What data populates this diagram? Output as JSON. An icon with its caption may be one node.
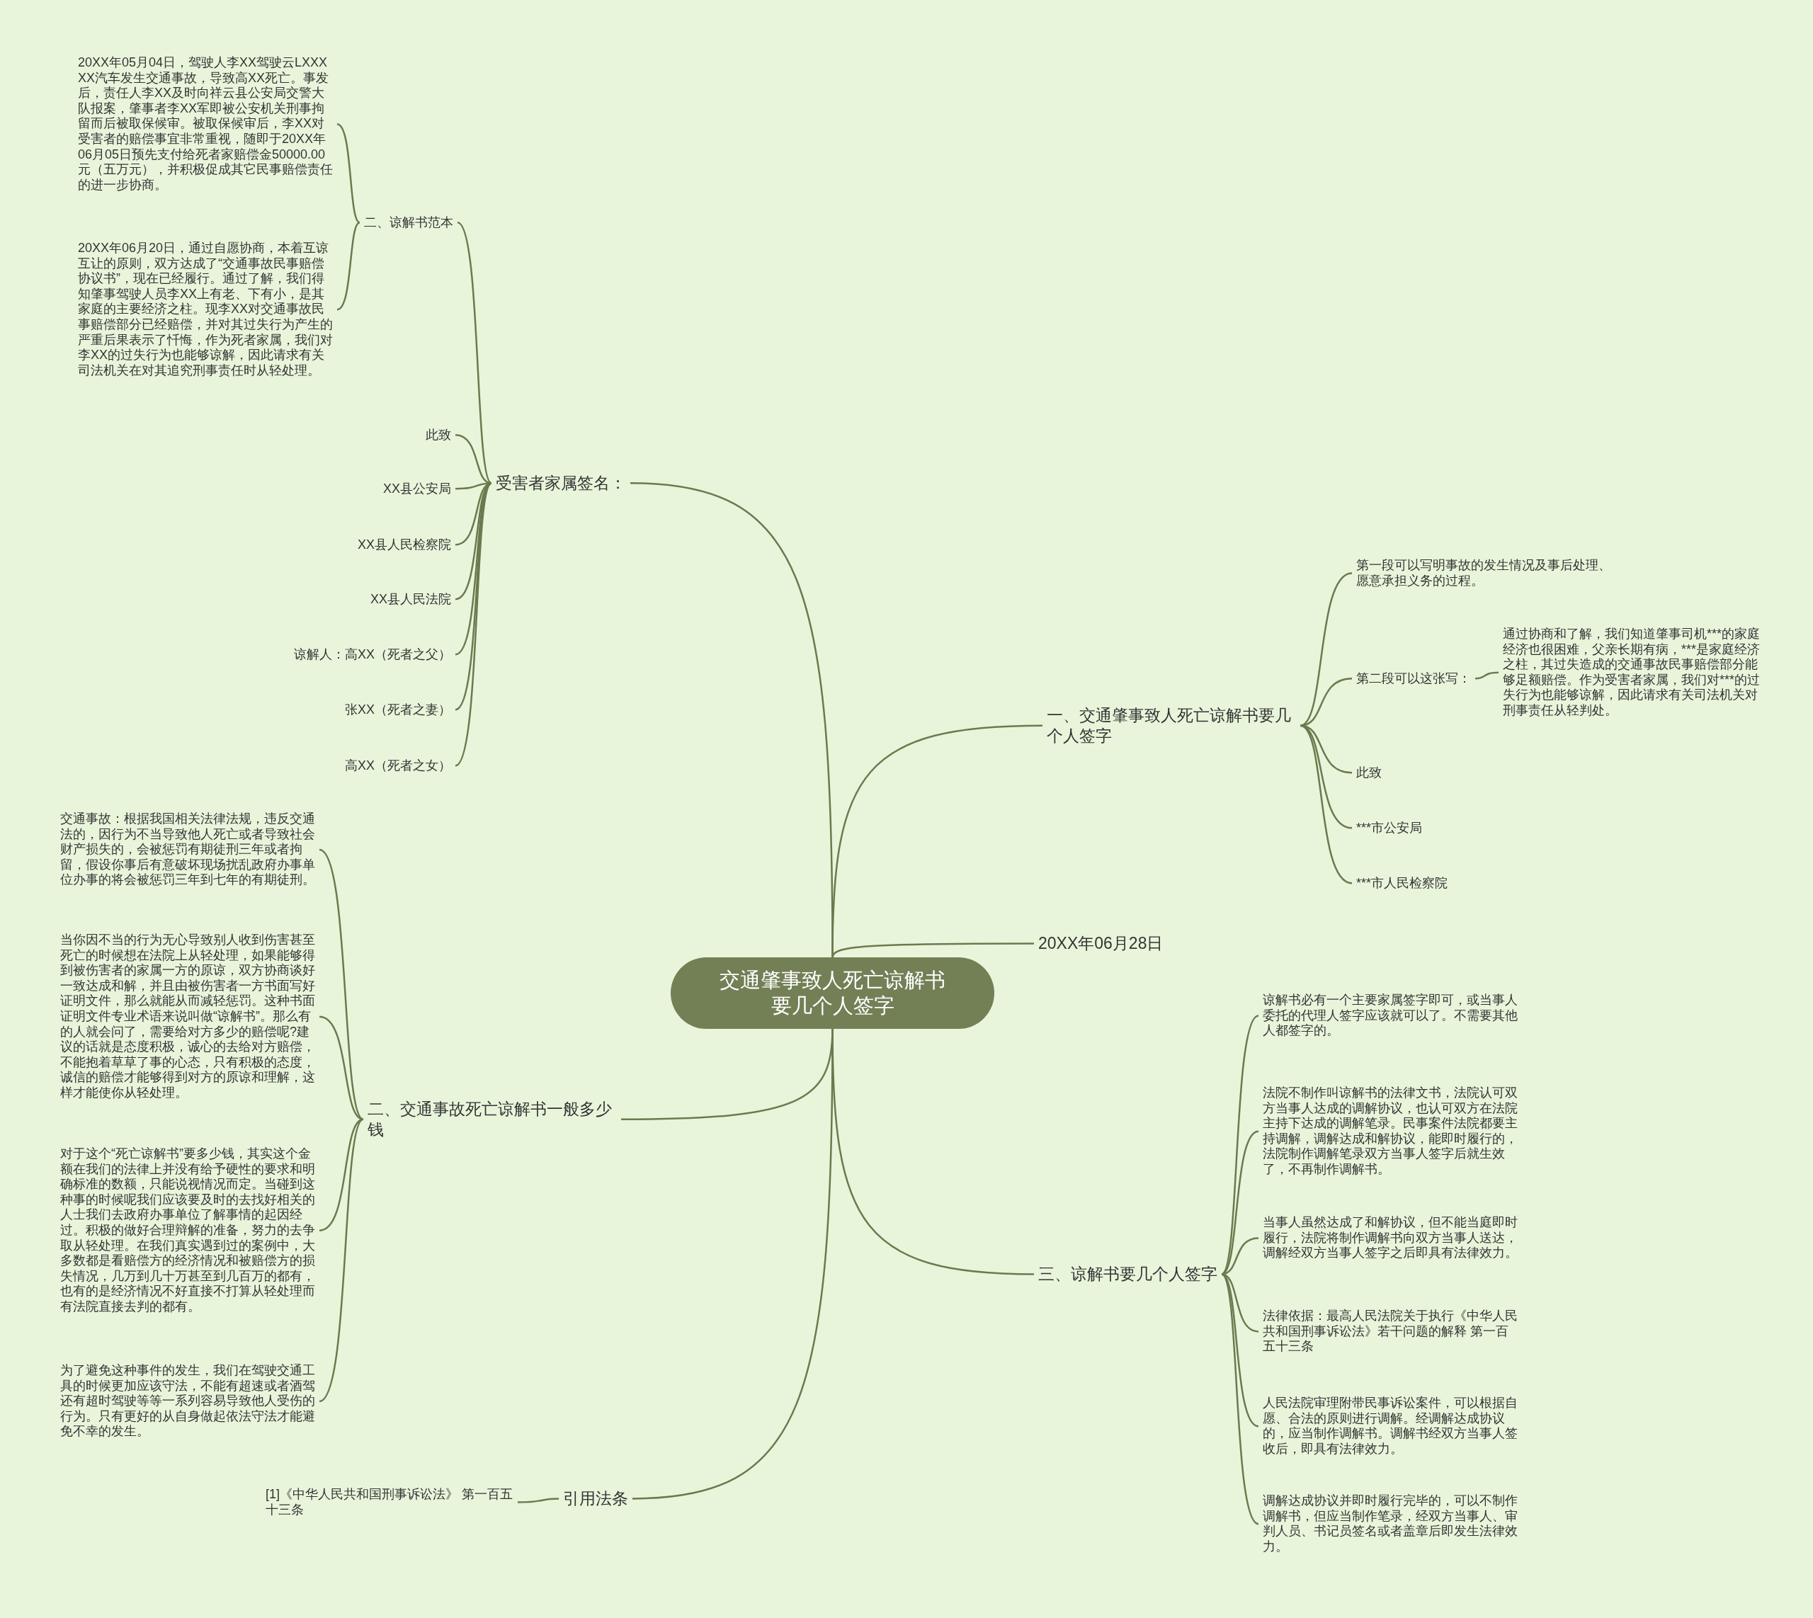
{
  "diagram": {
    "nodes": [
      {
        "text": [
          "交通肇事致人死亡谅解书要几个人签字"
        ]
      },
      {
        "text": [
          "受害者家属签名："
        ]
      },
      {
        "text": [
          "二、谅解书范本"
        ]
      },
      {
        "text": [
          "20XX年05月04日，驾驶人李XX驾驶云LXXXXX汽车发生交通事故，导致高XX死亡。事发后，责任人李XX及时向祥云县公安局交警大队报案，肇事者李XX军即被公安机关刑事拘留而后被取保候审。被取保候审后，李XX对受害者的赔偿事宜非常重视，随即于20XX年06月05日预先支付给死者家赔偿金50000.00元（五万元），并积极促成其它民事赔偿责任的进一步协商。"
        ]
      },
      {
        "text": [
          "20XX年06月20日，通过自愿协商，本着互谅互让的原则，双方达成了“交通事故民事赔偿协议书”，现在已经履行。通过了解，我们得知肇事驾驶人员李XX上有老、下有小，是其家庭的主要经济之柱。现李XX对交通事故民事赔偿部分已经赔偿，并对其过失行为产生的严重后果表示了忏悔，作为死者家属，我们对李XX的过失行为也能够谅解，因此请求有关司法机关在对其追究刑事责任时从轻处理。"
        ]
      },
      {
        "text": [
          "此致"
        ]
      },
      {
        "text": [
          "XX县公安局"
        ]
      },
      {
        "text": [
          "XX县人民检察院"
        ]
      },
      {
        "text": [
          "XX县人民法院"
        ]
      },
      {
        "text": [
          "谅解人：高XX（死者之父）"
        ]
      },
      {
        "text": [
          "张XX（死者之妻）"
        ]
      },
      {
        "text": [
          "高XX（死者之女）"
        ]
      },
      {
        "text": [
          "一、交通肇事致人死亡谅解书要几个人签字"
        ]
      },
      {
        "text": [
          "第一段可以写明事故的发生情况及事后处理、愿意承担义务的过程。"
        ]
      },
      {
        "text": [
          "第二段可以这张写："
        ]
      },
      {
        "text": [
          "通过协商和了解，我们知道肇事司机***的家庭经济也很困难，父亲长期有病，***是家庭经济之柱，其过失造成的交通事故民事赔偿部分能够足额赔偿。作为受害者家属，我们对***的过失行为也能够谅解，因此请求有关司法机关对刑事责任从轻判处。"
        ]
      },
      {
        "text": [
          "此致"
        ]
      },
      {
        "text": [
          "***市公安局"
        ]
      },
      {
        "text": [
          "***市人民检察院"
        ]
      },
      {
        "text": [
          "20XX年06月28日"
        ]
      },
      {
        "text": [
          "三、谅解书要几个人签字"
        ]
      },
      {
        "text": [
          "谅解书必有一个主要家属签字即可，或当事人委托的代理人签字应该就可以了。不需要其他人都签字的。"
        ]
      },
      {
        "text": [
          "法院不制作叫谅解书的法律文书，法院认可双方当事人达成的调解协议，也认可双方在法院主持下达成的调解笔录。民事案件法院都要主持调解，调解达成和解协议，能即时履行的，法院制作调解笔录双方当事人签字后就生效了，不再制作调解书。"
        ]
      },
      {
        "text": [
          "当事人虽然达成了和解协议，但不能当庭即时履行，法院将制作调解书向双方当事人送达，调解经双方当事人签字之后即具有法律效力。"
        ]
      },
      {
        "text": [
          "法律依据：最高人民法院关于执行《中华人民共和国刑事诉讼法》若干问题的解释 第一百五十三条"
        ]
      },
      {
        "text": [
          "人民法院审理附带民事诉讼案件，可以根据自愿、合法的原则进行调解。经调解达成协议的，应当制作调解书。调解书经双方当事人签收后，即具有法律效力。"
        ]
      },
      {
        "text": [
          "调解达成协议并即时履行完毕的，可以不制作调解书，但应当制作笔录，经双方当事人、审判人员、书记员签名或者盖章后即发生法律效力。"
        ]
      },
      {
        "text": [
          "二、交通事故死亡谅解书一般多少钱"
        ]
      },
      {
        "text": [
          "交通事故：根据我国相关法律法规，违反交通法的，因行为不当导致他人死亡或者导致社会财产损失的，会被惩罚有期徒刑三年或者拘留，假设你事后有意破坏现场扰乱政府办事单位办事的将会被惩罚三年到七年的有期徒刑。"
        ]
      },
      {
        "text": [
          "当你因不当的行为无心导致别人收到伤害甚至死亡的时候想在法院上从轻处理，如果能够得到被伤害者的家属一方的原谅，双方协商谈好一致达成和解，并且由被伤害者一方书面写好证明文件，那么就能从而减轻惩罚。这种书面证明文件专业术语来说叫做“谅解书”。那么有的人就会问了，需要给对方多少的赔偿呢?建议的话就是态度积极，诚心的去给对方赔偿，不能抱着草草了事的心态，只有积极的态度，诚信的赔偿才能够得到对方的原谅和理解，这样才能使你从轻处理。"
        ]
      },
      {
        "text": [
          "对于这个“死亡谅解书”要多少钱，其实这个金额在我们的法律上并没有给予硬性的要求和明确标准的数额，只能说视情况而定。当碰到这种事的时候呢我们应该要及时的去找好相关的人士我们去政府办事单位了解事情的起因经过。积极的做好合理辩解的准备，努力的去争取从轻处理。在我们真实遇到过的案例中，大多数都是看赔偿方的经济情况和被赔偿方的损失情况，几万到几十万甚至到几百万的都有，也有的是经济情况不好直接不打算从轻处理而有法院直接去判的都有。"
        ]
      },
      {
        "text": [
          "为了避免这种事件的发生，我们在驾驶交通工具的时候更加应该守法，不能有超速或者酒驾还有超时驾驶等等一系列容易导致他人受伤的行为。只有更好的从自身做起依法守法才能避免不幸的发生。"
        ]
      },
      {
        "text": [
          "引用法条"
        ]
      },
      {
        "text": [
          "[1]《中华人民共和国刑事诉讼法》 第一百五十三条"
        ]
      }
    ],
    "edges": [
      {
        "from": 0,
        "to": 1,
        "arrow": "none"
      },
      {
        "from": 1,
        "to": 2,
        "arrow": "none"
      },
      {
        "from": 2,
        "to": 3,
        "arrow": "none"
      },
      {
        "from": 2,
        "to": 4,
        "arrow": "none"
      },
      {
        "from": 1,
        "to": 5,
        "arrow": "none"
      },
      {
        "from": 1,
        "to": 6,
        "arrow": "none"
      },
      {
        "from": 1,
        "to": 7,
        "arrow": "none"
      },
      {
        "from": 1,
        "to": 8,
        "arrow": "none"
      },
      {
        "from": 1,
        "to": 9,
        "arrow": "none"
      },
      {
        "from": 1,
        "to": 10,
        "arrow": "none"
      },
      {
        "from": 1,
        "to": 11,
        "arrow": "none"
      },
      {
        "from": 0,
        "to": 12,
        "arrow": "none"
      },
      {
        "from": 12,
        "to": 13,
        "arrow": "none"
      },
      {
        "from": 12,
        "to": 14,
        "arrow": "none"
      },
      {
        "from": 14,
        "to": 15,
        "arrow": "none"
      },
      {
        "from": 12,
        "to": 16,
        "arrow": "none"
      },
      {
        "from": 12,
        "to": 17,
        "arrow": "none"
      },
      {
        "from": 12,
        "to": 18,
        "arrow": "none"
      },
      {
        "from": 0,
        "to": 19,
        "arrow": "none"
      },
      {
        "from": 0,
        "to": 20,
        "arrow": "none"
      },
      {
        "from": 20,
        "to": 21,
        "arrow": "none"
      },
      {
        "from": 20,
        "to": 22,
        "arrow": "none"
      },
      {
        "from": 20,
        "to": 23,
        "arrow": "none"
      },
      {
        "from": 20,
        "to": 24,
        "arrow": "none"
      },
      {
        "from": 20,
        "to": 25,
        "arrow": "none"
      },
      {
        "from": 20,
        "to": 26,
        "arrow": "none"
      },
      {
        "from": 0,
        "to": 27,
        "arrow": "none"
      },
      {
        "from": 27,
        "to": 28,
        "arrow": "none"
      },
      {
        "from": 27,
        "to": 29,
        "arrow": "none"
      },
      {
        "from": 27,
        "to": 30,
        "arrow": "none"
      },
      {
        "from": 27,
        "to": 31,
        "arrow": "none"
      },
      {
        "from": 0,
        "to": 32,
        "arrow": "none"
      },
      {
        "from": 32,
        "to": 33,
        "arrow": "none"
      }
    ]
  }
}
